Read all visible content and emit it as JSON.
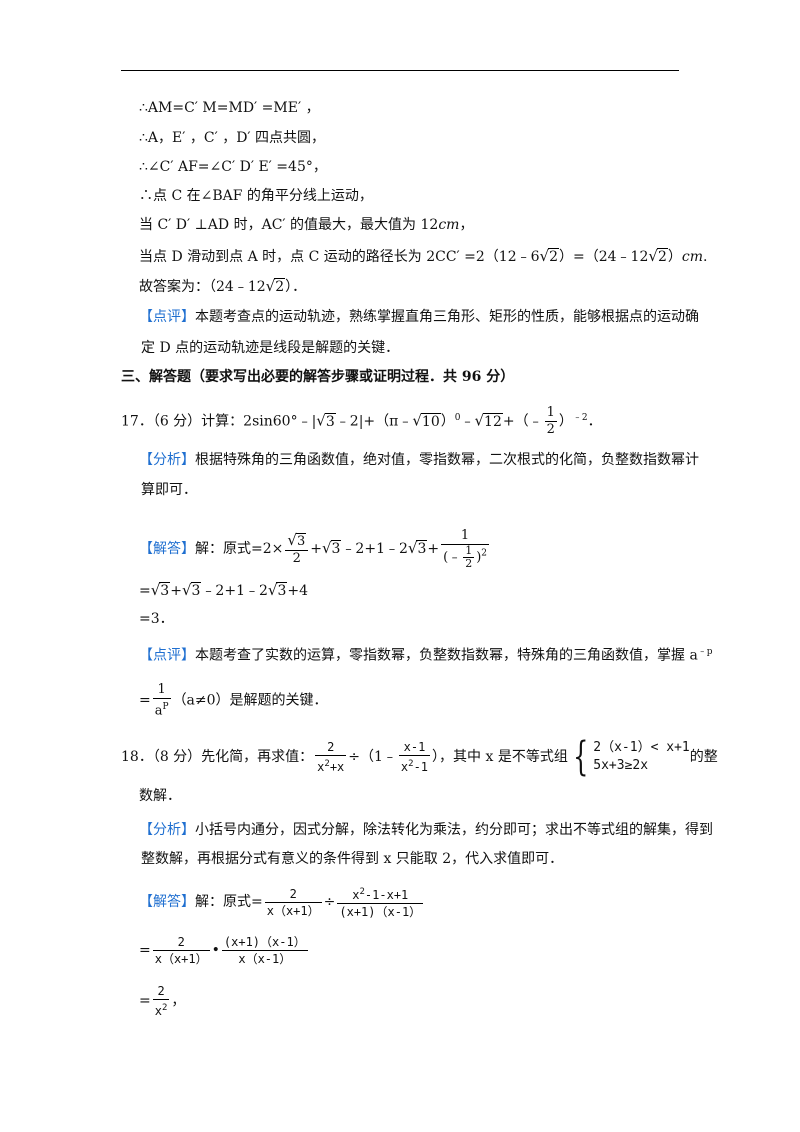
{
  "lines": {
    "l1": "∴AM=C′ M=MD′ =ME′ ，",
    "l2": "∴A，E′ ，C′ ，D′ 四点共圆，",
    "l3": "∴∠C′ AF=∠C′ D′ E′ =45°，",
    "l4": "∴点 C 在∠BAF 的角平分线上运动，",
    "l5a": "当 C′ D′ ⊥AD 时，AC′ 的值最大，最大值为 12",
    "l5b": "cm",
    "l5c": "，",
    "l6a": "当点 D 滑动到点 A 时，点 C 运动的路径长为 2CC′ =2（12﹣6",
    "l6b": "）=（24﹣12",
    "l6c": "）",
    "l7a": "故答案为：（24﹣12",
    "l7b": "）．"
  },
  "review1": {
    "tag": "【点评】",
    "text1": "本题考查点的运动轨迹，熟练掌握直角三角形、矩形的性质，能够根据点的运动确",
    "text2": "定 D 点的运动轨迹是线段是解题的关键．"
  },
  "section3": {
    "title": "三、解答题（要求写出必要的解答步骤或证明过程．共 96 分）"
  },
  "q17": {
    "lead": "17．（6 分）计算：2sin60°﹣|",
    "mid1": "﹣2|+（π﹣",
    "mid2": "）",
    "mid3": "﹣",
    "mid4": "+（﹣",
    "mid5": "）",
    "exp0": "0",
    "expm2": "﹣2",
    "tail": "．",
    "r3": "3",
    "r10": "10",
    "r12": "12",
    "one": "1",
    "two": "2"
  },
  "a17": {
    "analysis_tag": "【分析】",
    "analysis1": "根据特殊角的三角函数值，绝对值，零指数幂，二次根式的化简，负整数指数幂计",
    "analysis2": "算即可．",
    "answer_tag": "【解答】",
    "answer_lead": "解：原式=2×",
    "step1_mid": "+",
    "step1_b": "﹣2+1﹣2",
    "step1_c": "+",
    "neg_half": "(﹣",
    "close_sq": ")",
    "sq": "2",
    "step2a": "=",
    "step2b": "+",
    "step2c": "﹣2+1﹣2",
    "step2d": "+4",
    "step3": "=3．",
    "review_tag": "【点评】",
    "review1": "本题考查了实数的运算，零指数幂，负整数指数幂，特殊角的三角函数值，掌握 a",
    "review_exp": "﹣p",
    "review2_eq": "=",
    "review2_num": "1",
    "review2_den": "a",
    "review2_p": "P",
    "review2_tail": "（a≠0）是解题的关键．"
  },
  "q18": {
    "lead": "18．（8 分）先化简，再求值：",
    "num": "2",
    "den_a": "x",
    "den_b": "+x",
    "div": "÷（1﹣",
    "num2": "x-1",
    "den2a": "x",
    "den2b": "-1",
    "mid": "），其中 x 是不等式组",
    "ineq1": "2（x-1）< x+1",
    "ineq2": "5x+3≥2x",
    "tail": "的整",
    "line2": "数解．",
    "analysis_tag": "【分析】",
    "analysis1": "小括号内通分，因式分解，除法转化为乘法，约分即可；求出不等式组的解集，得到",
    "analysis2": "整数解，再根据分式有意义的条件得到 x 只能取 2，代入求值即可．",
    "answer_tag": "【解答】",
    "answer_lead": "解：原式=",
    "f1_num": "2",
    "f1_den": "x（x+1）",
    "div2": "÷",
    "f2_num_a": "x",
    "f2_num_b": "-1-x+1",
    "f2_den": "(x+1)（x-1）",
    "eq": "=",
    "f3_num": "2",
    "f3_den": "x（x+1）",
    "dot": "•",
    "f4_num": "(x+1)（x-1）",
    "f4_den": "x（x-1）",
    "f5_num": "2",
    "f5_den": "x",
    "f5_sq": "2",
    "comma": "，"
  }
}
